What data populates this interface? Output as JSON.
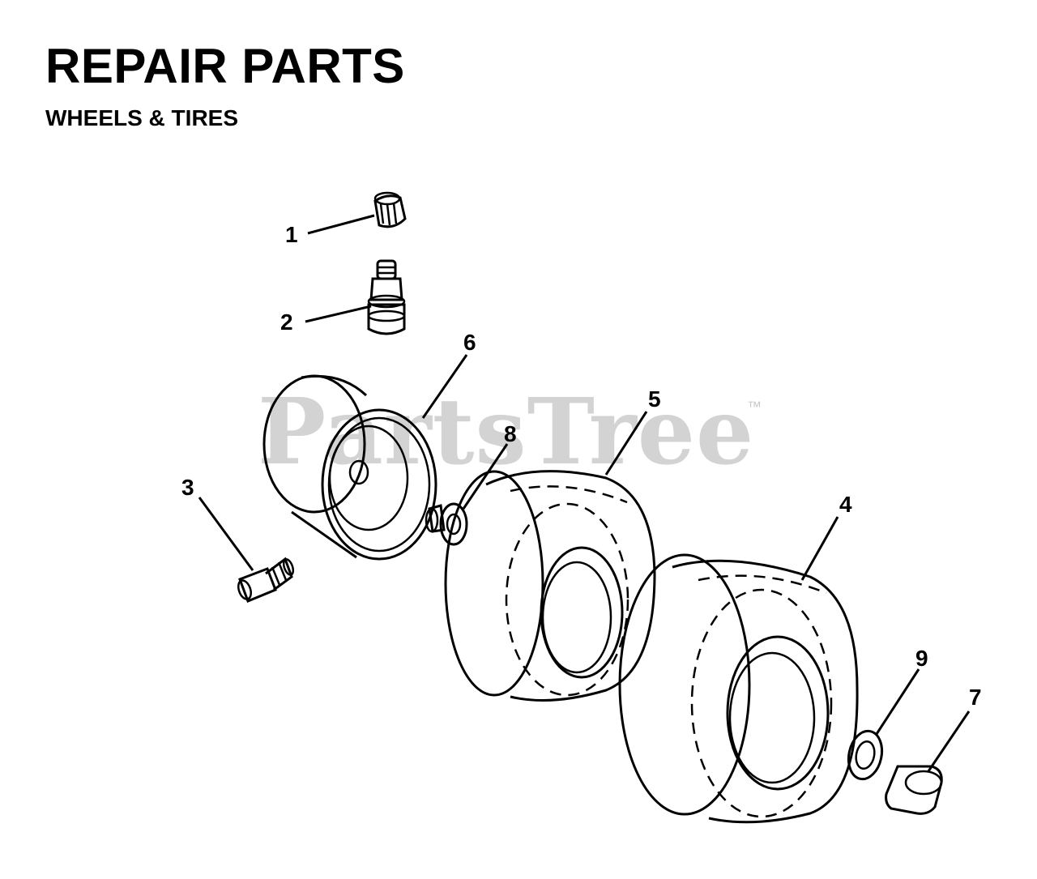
{
  "header": {
    "title": "REPAIR PARTS",
    "subtitle": "WHEELS & TIRES"
  },
  "watermark": {
    "text": "PartsTree",
    "trademark": "™"
  },
  "callouts": [
    "1",
    "2",
    "3",
    "4",
    "5",
    "6",
    "7",
    "8",
    "9"
  ]
}
